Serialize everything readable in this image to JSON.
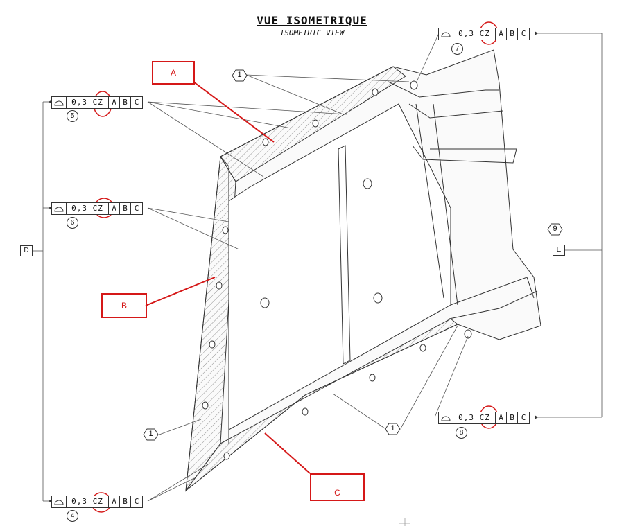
{
  "title": {
    "main": "VUE ISOMETRIQUE",
    "sub": "ISOMETRIC VIEW"
  },
  "datums": {
    "d": "D",
    "e": "E"
  },
  "callouts": [
    {
      "id": "fcf-5",
      "tolerance": "0,3",
      "zone": "CZ",
      "refs": [
        "A",
        "B",
        "C"
      ],
      "number": "5"
    },
    {
      "id": "fcf-6",
      "tolerance": "0,3",
      "zone": "CZ",
      "refs": [
        "A",
        "B",
        "C"
      ],
      "number": "6"
    },
    {
      "id": "fcf-4",
      "tolerance": "0,3",
      "zone": "CZ",
      "refs": [
        "A",
        "B",
        "C"
      ],
      "number": "4"
    },
    {
      "id": "fcf-7",
      "tolerance": "0,3",
      "zone": "CZ",
      "refs": [
        "A",
        "B",
        "C"
      ],
      "number": "7"
    },
    {
      "id": "fcf-8",
      "tolerance": "0,3",
      "zone": "CZ",
      "refs": [
        "A",
        "B",
        "C"
      ],
      "number": "8"
    }
  ],
  "flags": {
    "f1": "1",
    "f9": "9"
  },
  "annotations": {
    "a": "A",
    "b": "B",
    "c": "C"
  },
  "colors": {
    "ink": "#333333",
    "annotation": "#d51818"
  }
}
